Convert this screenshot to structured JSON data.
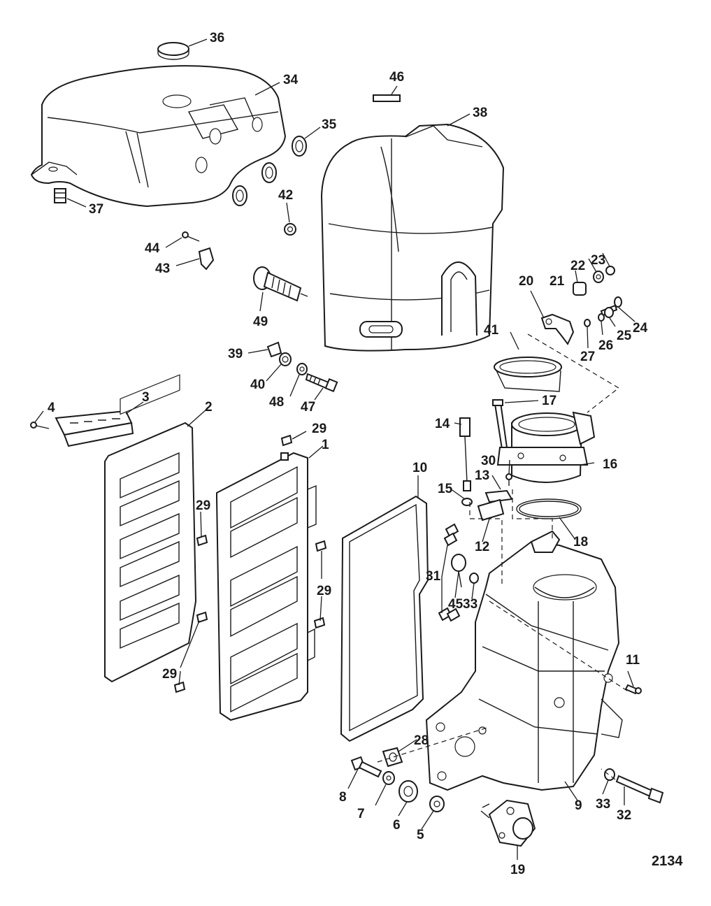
{
  "figure_number": "2134",
  "callouts": {
    "c1": "1",
    "c2": "2",
    "c3": "3",
    "c4": "4",
    "c5": "5",
    "c6": "6",
    "c7": "7",
    "c8": "8",
    "c9": "9",
    "c10": "10",
    "c11": "11",
    "c12": "12",
    "c13": "13",
    "c14": "14",
    "c15": "15",
    "c16": "16",
    "c17": "17",
    "c18": "18",
    "c19": "19",
    "c20": "20",
    "c21": "21",
    "c22": "22",
    "c23": "23",
    "c24": "24",
    "c25": "25",
    "c26": "26",
    "c27": "27",
    "c28": "28",
    "c29a": "29",
    "c29b": "29",
    "c29c": "29",
    "c29d": "29",
    "c30": "30",
    "c31": "31",
    "c32": "32",
    "c33a": "33",
    "c33b": "33",
    "c34": "34",
    "c35": "35",
    "c36": "36",
    "c37": "37",
    "c38": "38",
    "c39": "39",
    "c40": "40",
    "c41": "41",
    "c42": "42",
    "c43": "43",
    "c44": "44",
    "c45": "45",
    "c46": "46",
    "c47": "47",
    "c48": "48",
    "c49": "49"
  }
}
